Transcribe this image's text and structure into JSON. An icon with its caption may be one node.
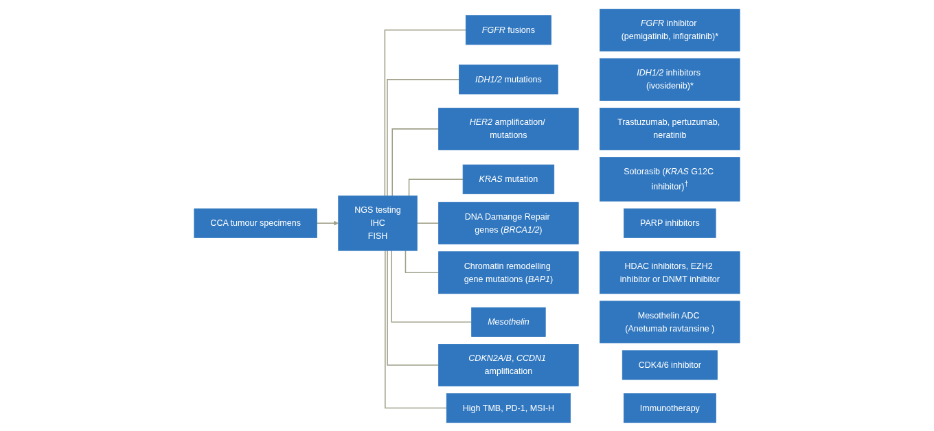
{
  "diagram": {
    "nodes": [
      {
        "text": [
          "CCA tumour specimens"
        ]
      },
      {
        "text": [
          "NGS testing",
          "IHC",
          "FISH"
        ]
      },
      {
        "text": [
          "*FGFR* fusions"
        ]
      },
      {
        "text": [
          "*FGFR* inhibitor (pemigatinib, infigratinib)*"
        ]
      },
      {
        "text": [
          "*IDH1/2* mutations"
        ]
      },
      {
        "text": [
          "*IDH1/2* inhibitors (ivosidenib)*"
        ]
      },
      {
        "text": [
          "*HER2* amplification/ mutations"
        ]
      },
      {
        "text": [
          "Trastuzumab, pertuzumab, neratinib"
        ]
      },
      {
        "text": [
          "*KRAS* mutation"
        ]
      },
      {
        "text": [
          "Sotorasib (*KRAS* G12C inhibitor)$^{†}$"
        ]
      },
      {
        "text": [
          "DNA Damange Repair genes (*BRCA1/2*)"
        ]
      },
      {
        "text": [
          "PARP inhibitors"
        ]
      },
      {
        "text": [
          "Chromatin remodelling gene mutations (*BAP1*)"
        ]
      },
      {
        "text": [
          "HDAC inhibitors, EZH2 inhibitor or DNMT inhibitor"
        ]
      },
      {
        "text": [
          "*Mesothelin*"
        ]
      },
      {
        "text": [
          "Mesothelin ADC (Anetumab ravtansine )"
        ]
      },
      {
        "text": [
          "*CDKN2A/B*, *CCDN1* amplification"
        ]
      },
      {
        "text": [
          "CDK4/6 inhibitor"
        ]
      },
      {
        "text": [
          "High TMB, PD-1, MSI-H"
        ]
      },
      {
        "text": [
          "Immunotherapy"
        ]
      }
    ],
    "edges": [
      {
        "from": 0,
        "to": 1,
        "arrow": "to"
      },
      {
        "from": 1,
        "to": 2,
        "arrow": "none"
      },
      {
        "from": 1,
        "to": 4,
        "arrow": "none"
      },
      {
        "from": 1,
        "to": 6,
        "arrow": "none"
      },
      {
        "from": 1,
        "to": 8,
        "arrow": "none"
      },
      {
        "from": 1,
        "to": 10,
        "arrow": "none"
      },
      {
        "from": 1,
        "to": 12,
        "arrow": "none"
      },
      {
        "from": 1,
        "to": 14,
        "arrow": "none"
      },
      {
        "from": 1,
        "to": 16,
        "arrow": "none"
      },
      {
        "from": 1,
        "to": 18,
        "arrow": "none"
      }
    ]
  }
}
